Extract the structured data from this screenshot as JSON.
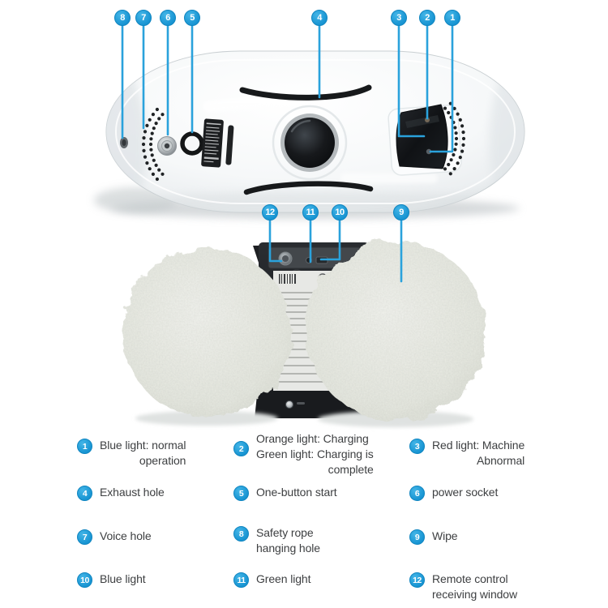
{
  "colors": {
    "accent_blue": "#1b9cd8",
    "text": "#3d3f41",
    "robot_white": "#f4f6f7",
    "panel_black": "#17191c",
    "wipe_pad_gray": "#e7e8e2"
  },
  "callouts": [
    {
      "num": "8"
    },
    {
      "num": "7"
    },
    {
      "num": "6"
    },
    {
      "num": "5"
    },
    {
      "num": "4"
    },
    {
      "num": "3"
    },
    {
      "num": "2"
    },
    {
      "num": "1"
    },
    {
      "num": "12"
    },
    {
      "num": "11"
    },
    {
      "num": "10"
    },
    {
      "num": "9"
    }
  ],
  "legend": {
    "items": [
      {
        "num": "1",
        "lines": [
          "Blue light: normal",
          "operation"
        ]
      },
      {
        "num": "2",
        "lines": [
          "Orange light: Charging",
          "Green light: Charging is",
          "complete"
        ]
      },
      {
        "num": "3",
        "lines": [
          "Red light: Machine",
          "Abnormal"
        ]
      },
      {
        "num": "4",
        "lines": [
          "Exhaust hole"
        ]
      },
      {
        "num": "5",
        "lines": [
          "One-button start"
        ]
      },
      {
        "num": "6",
        "lines": [
          "power socket"
        ]
      },
      {
        "num": "7",
        "lines": [
          "Voice hole"
        ]
      },
      {
        "num": "8",
        "lines": [
          "Safety rope",
          "hanging hole"
        ]
      },
      {
        "num": "9",
        "lines": [
          "Wipe"
        ]
      },
      {
        "num": "10",
        "lines": [
          "Blue light"
        ]
      },
      {
        "num": "11",
        "lines": [
          "Green light"
        ]
      },
      {
        "num": "12",
        "lines": [
          "Remote control",
          "receiving window"
        ]
      }
    ]
  }
}
